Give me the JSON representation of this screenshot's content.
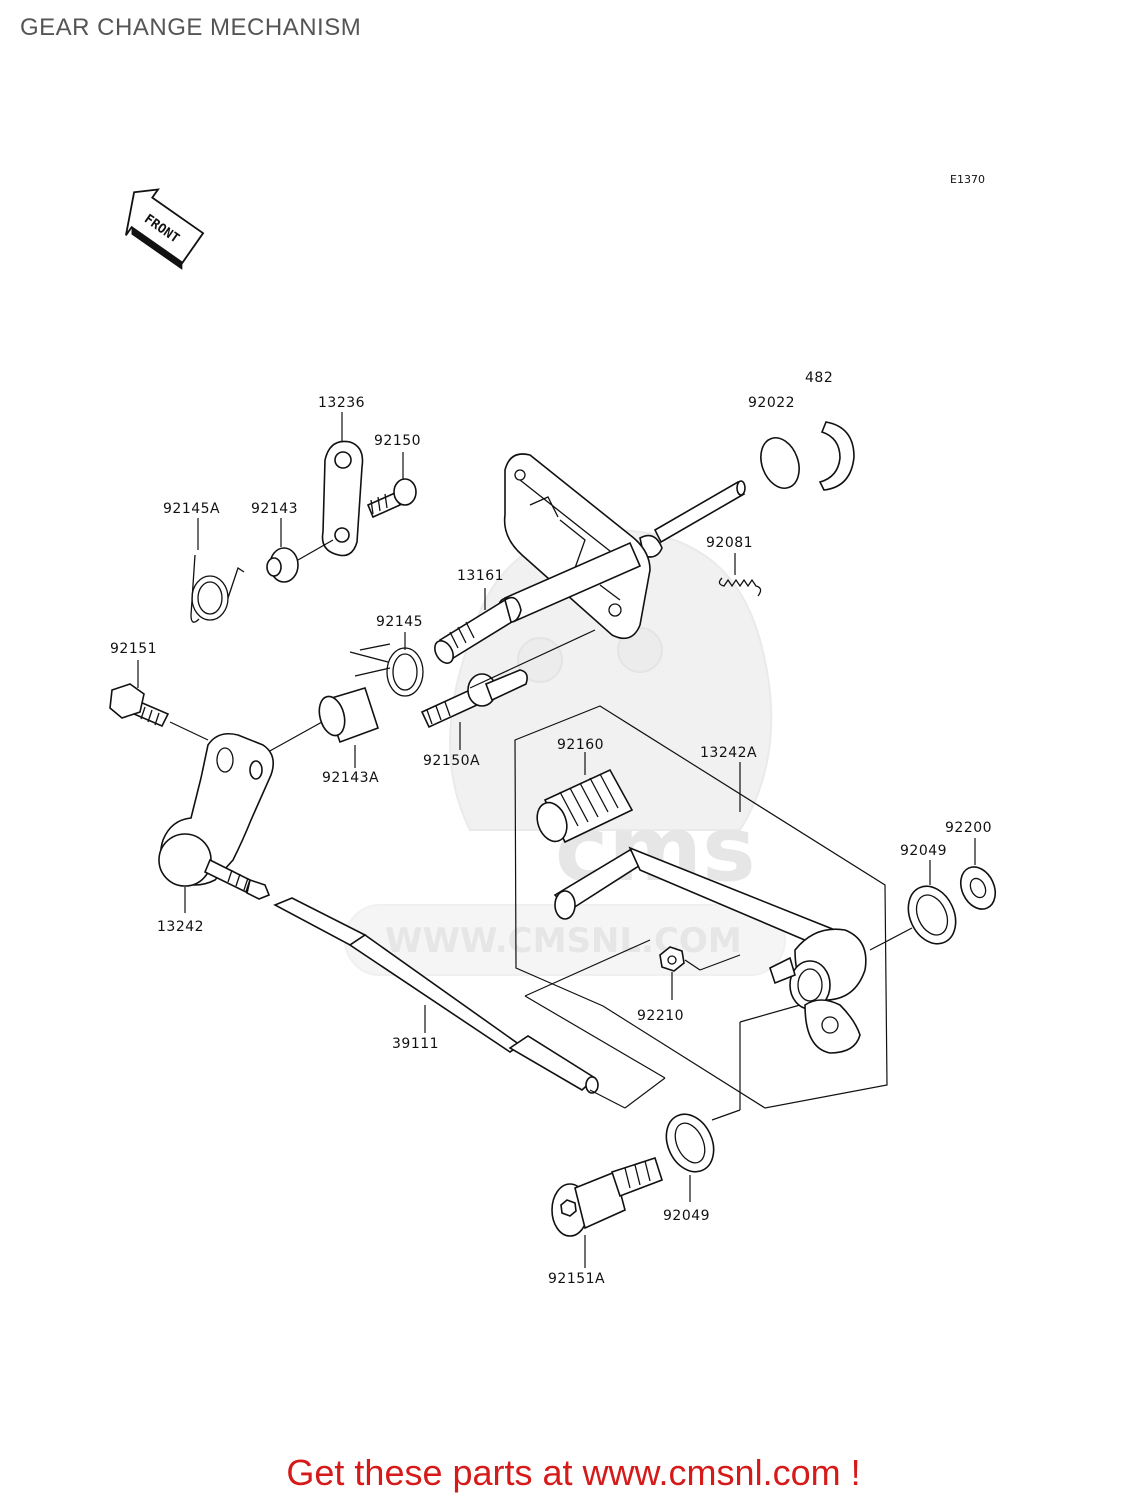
{
  "title": "GEAR CHANGE MECHANISM",
  "diagram_ref": "E1370",
  "front_marker": "FRONT",
  "watermark": {
    "logo_text": "cms",
    "url_text": "WWW.CMSNL.COM"
  },
  "labels": {
    "l482": "482",
    "l92022": "92022",
    "l13236": "13236",
    "l92150": "92150",
    "l92145A": "92145A",
    "l92143": "92143",
    "l92081": "92081",
    "l13161": "13161",
    "l92145": "92145",
    "l92151": "92151",
    "l92143A": "92143A",
    "l92150A": "92150A",
    "l92160": "92160",
    "l13242A": "13242A",
    "l92200": "92200",
    "l92049a": "92049",
    "l13242": "13242",
    "l92210": "92210",
    "l39111": "39111",
    "l92049b": "92049",
    "l92151A": "92151A"
  },
  "call_to_action": "Get these parts at www.cmsnl.com !"
}
